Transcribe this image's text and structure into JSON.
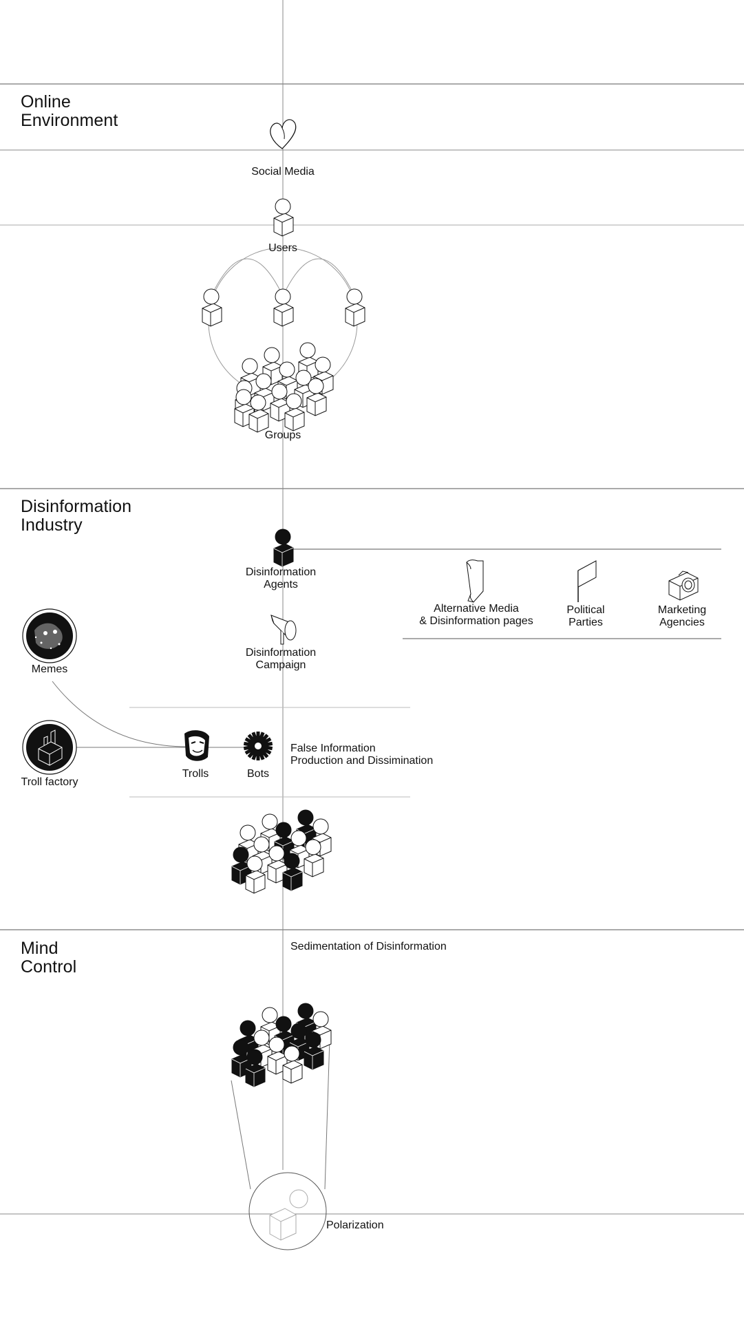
{
  "sections": {
    "online": {
      "title_line1": "Online",
      "title_line2": "Environment"
    },
    "industry": {
      "title_line1": "Disinformation",
      "title_line2": "Industry"
    },
    "mind": {
      "title_line1": "Mind",
      "title_line2": "Control"
    }
  },
  "labels": {
    "social_media": "Social Media",
    "users": "Users",
    "groups": "Groups",
    "agents_line1": "Disinformation",
    "agents_line2": "Agents",
    "alt_media_line1": "Alternative Media",
    "alt_media_line2": "& Disinformation pages",
    "political_line1": "Political",
    "political_line2": "Parties",
    "marketing_line1": "Marketing",
    "marketing_line2": "Agencies",
    "campaign_line1": "Disinformation",
    "campaign_line2": "Campaign",
    "memes": "Memes",
    "troll_factory": "Troll factory",
    "trolls": "Trolls",
    "bots": "Bots",
    "false_info_line1": "False Information",
    "false_info_line2": "Production and Dissimination",
    "sedimentation": "Sedimentation of Disinformation",
    "polarization": "Polarization"
  },
  "icons": [
    "heart-icon",
    "person-icon",
    "crowd-icon",
    "agent-icon",
    "scroll-icon",
    "flag-icon",
    "camera-icon",
    "megaphone-icon",
    "meme-icon",
    "factory-icon",
    "troll-mask-icon",
    "gear-icon",
    "mixed-crowd-icon",
    "polarized-person-icon"
  ],
  "colors": {
    "line": "#555555",
    "ink": "#111111",
    "fill_dark": "#111111",
    "background": "#ffffff"
  }
}
